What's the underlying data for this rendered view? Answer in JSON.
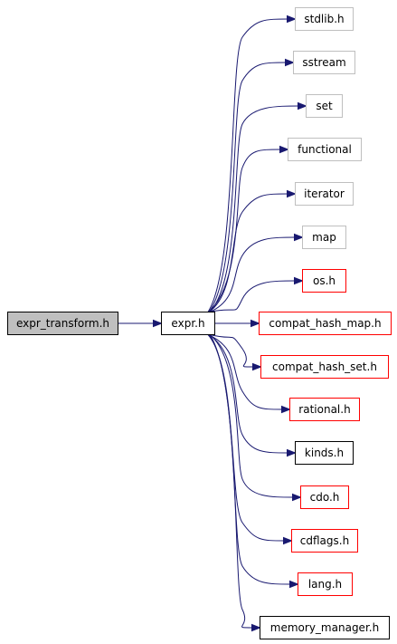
{
  "diagram": {
    "root": {
      "label": "expr_transform.h",
      "style": "root"
    },
    "hub": {
      "label": "expr.h",
      "style": "documented"
    },
    "includes": [
      {
        "label": "stdlib.h",
        "style": "external"
      },
      {
        "label": "sstream",
        "style": "external"
      },
      {
        "label": "set",
        "style": "external"
      },
      {
        "label": "functional",
        "style": "external"
      },
      {
        "label": "iterator",
        "style": "external"
      },
      {
        "label": "map",
        "style": "external"
      },
      {
        "label": "os.h",
        "style": "truncated"
      },
      {
        "label": "compat_hash_map.h",
        "style": "truncated"
      },
      {
        "label": "compat_hash_set.h",
        "style": "truncated"
      },
      {
        "label": "rational.h",
        "style": "truncated"
      },
      {
        "label": "kinds.h",
        "style": "documented"
      },
      {
        "label": "cdo.h",
        "style": "truncated"
      },
      {
        "label": "cdflags.h",
        "style": "truncated"
      },
      {
        "label": "lang.h",
        "style": "truncated"
      },
      {
        "label": "memory_manager.h",
        "style": "documented"
      }
    ]
  },
  "colors": {
    "edge": "#191970",
    "root_fill": "#bfbfbf",
    "root_border": "#000000",
    "documented_border": "#000000",
    "external_border": "#bfbfbf",
    "truncated_border": "#ff0000",
    "node_fill": "#ffffff"
  }
}
